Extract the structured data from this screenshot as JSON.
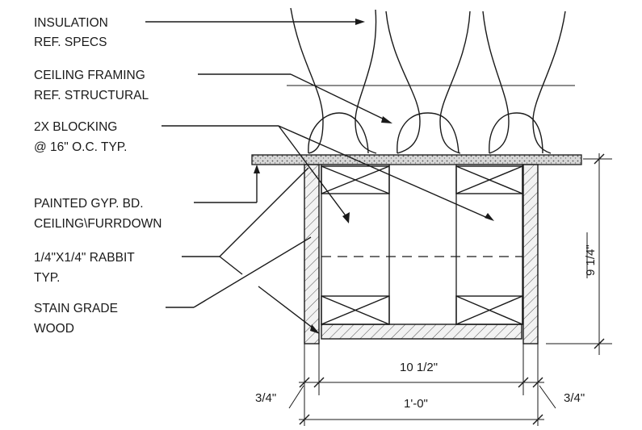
{
  "callouts": [
    {
      "line1": "INSULATION",
      "line2": "REF. SPECS"
    },
    {
      "line1": "CEILING FRAMING",
      "line2": "REF. STRUCTURAL"
    },
    {
      "line1": "2X BLOCKING",
      "line2": "@ 16\" O.C. TYP."
    },
    {
      "line1": "PAINTED GYP. BD.",
      "line2": "CEILING\\FURRDOWN"
    },
    {
      "line1": "1/4\"X1/4\" RABBIT",
      "line2": "TYP."
    },
    {
      "line1": "STAIN GRADE",
      "line2": "WOOD"
    }
  ],
  "dimensions": {
    "inner_width": "10 1/2\"",
    "overall_width": "1'-0\"",
    "left_side": "3/4\"",
    "right_side": "3/4\"",
    "height": "9 1/4\""
  }
}
